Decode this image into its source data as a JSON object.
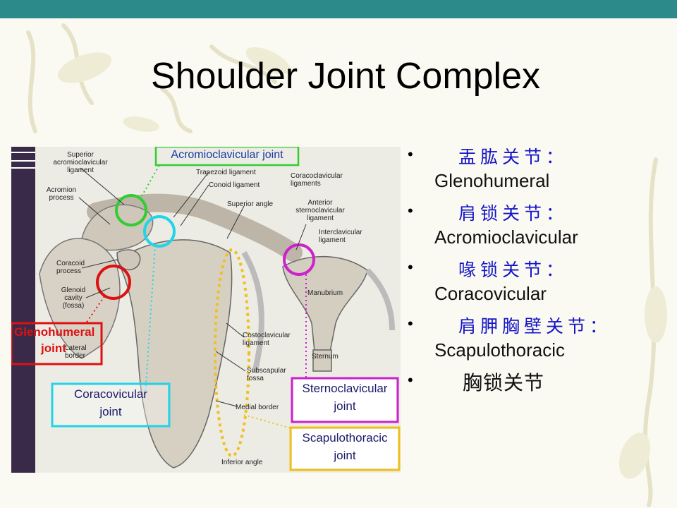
{
  "title": "Shoulder Joint Complex",
  "figure": {
    "joint_boxes": {
      "acromioclavicular": "Acromioclavicular joint",
      "glenohumeral_line1": "Glenohumeral",
      "glenohumeral_line2": "joint",
      "coracovicular_line1": "Coracovicular",
      "coracovicular_line2": "joint",
      "sternoclavicular_line1": "Sternoclavicular",
      "sternoclavicular_line2": "joint",
      "scapulothoracic_line1": "Scapulothoracic",
      "scapulothoracic_line2": "joint"
    },
    "labels": {
      "superior_acromioclavicular_1": "Superior",
      "superior_acromioclavicular_2": "acromioclavicular",
      "superior_acromioclavicular_3": "ligament",
      "acromion_1": "Acromion",
      "acromion_2": "process",
      "trapezoid": "Trapezoid ligament",
      "conoid": "Conoid ligament",
      "coracoclavicular_1": "Coracoclavicular",
      "coracoclavicular_2": "ligaments",
      "superior_angle": "Superior angle",
      "anterior_sc_1": "Anterior",
      "anterior_sc_2": "sternoclavicular",
      "anterior_sc_3": "ligament",
      "interclavicular_1": "Interclavicular",
      "interclavicular_2": "ligament",
      "coracoid_1": "Coracoid",
      "coracoid_2": "process",
      "glenoid_1": "Glenoid",
      "glenoid_2": "cavity",
      "glenoid_3": "(fossa)",
      "manubrium": "Manubrium",
      "lateral_border_1": "Lateral",
      "lateral_border_2": "border",
      "costoclavicular_1": "Costoclavicular",
      "costoclavicular_2": "ligament",
      "sternum": "Sternum",
      "subscapular_1": "Subscapular",
      "subscapular_2": "fossa",
      "medial_border": "Medial border",
      "inferior_angle": "Inferior angle"
    }
  },
  "bullets": [
    {
      "cn": "盂肱关节：",
      "en": "Glenohumeral"
    },
    {
      "cn": "肩锁关节：",
      "en": "Acromioclavicular"
    },
    {
      "cn": "喙锁关节：",
      "en": "Coracovicular"
    },
    {
      "cn": "肩胛胸壁关节：",
      "en": "Scapulothoracic"
    },
    {
      "cn": "胸锁关节",
      "en": ""
    }
  ],
  "colors": {
    "top_bar": "#2d8a8a",
    "acromioclavicular": "#33cc33",
    "glenohumeral": "#dd1111",
    "coracovicular": "#22d4e8",
    "sternoclavicular": "#cc22cc",
    "scapulothoracic": "#f0c020",
    "chinese_text": "#1414c8"
  }
}
